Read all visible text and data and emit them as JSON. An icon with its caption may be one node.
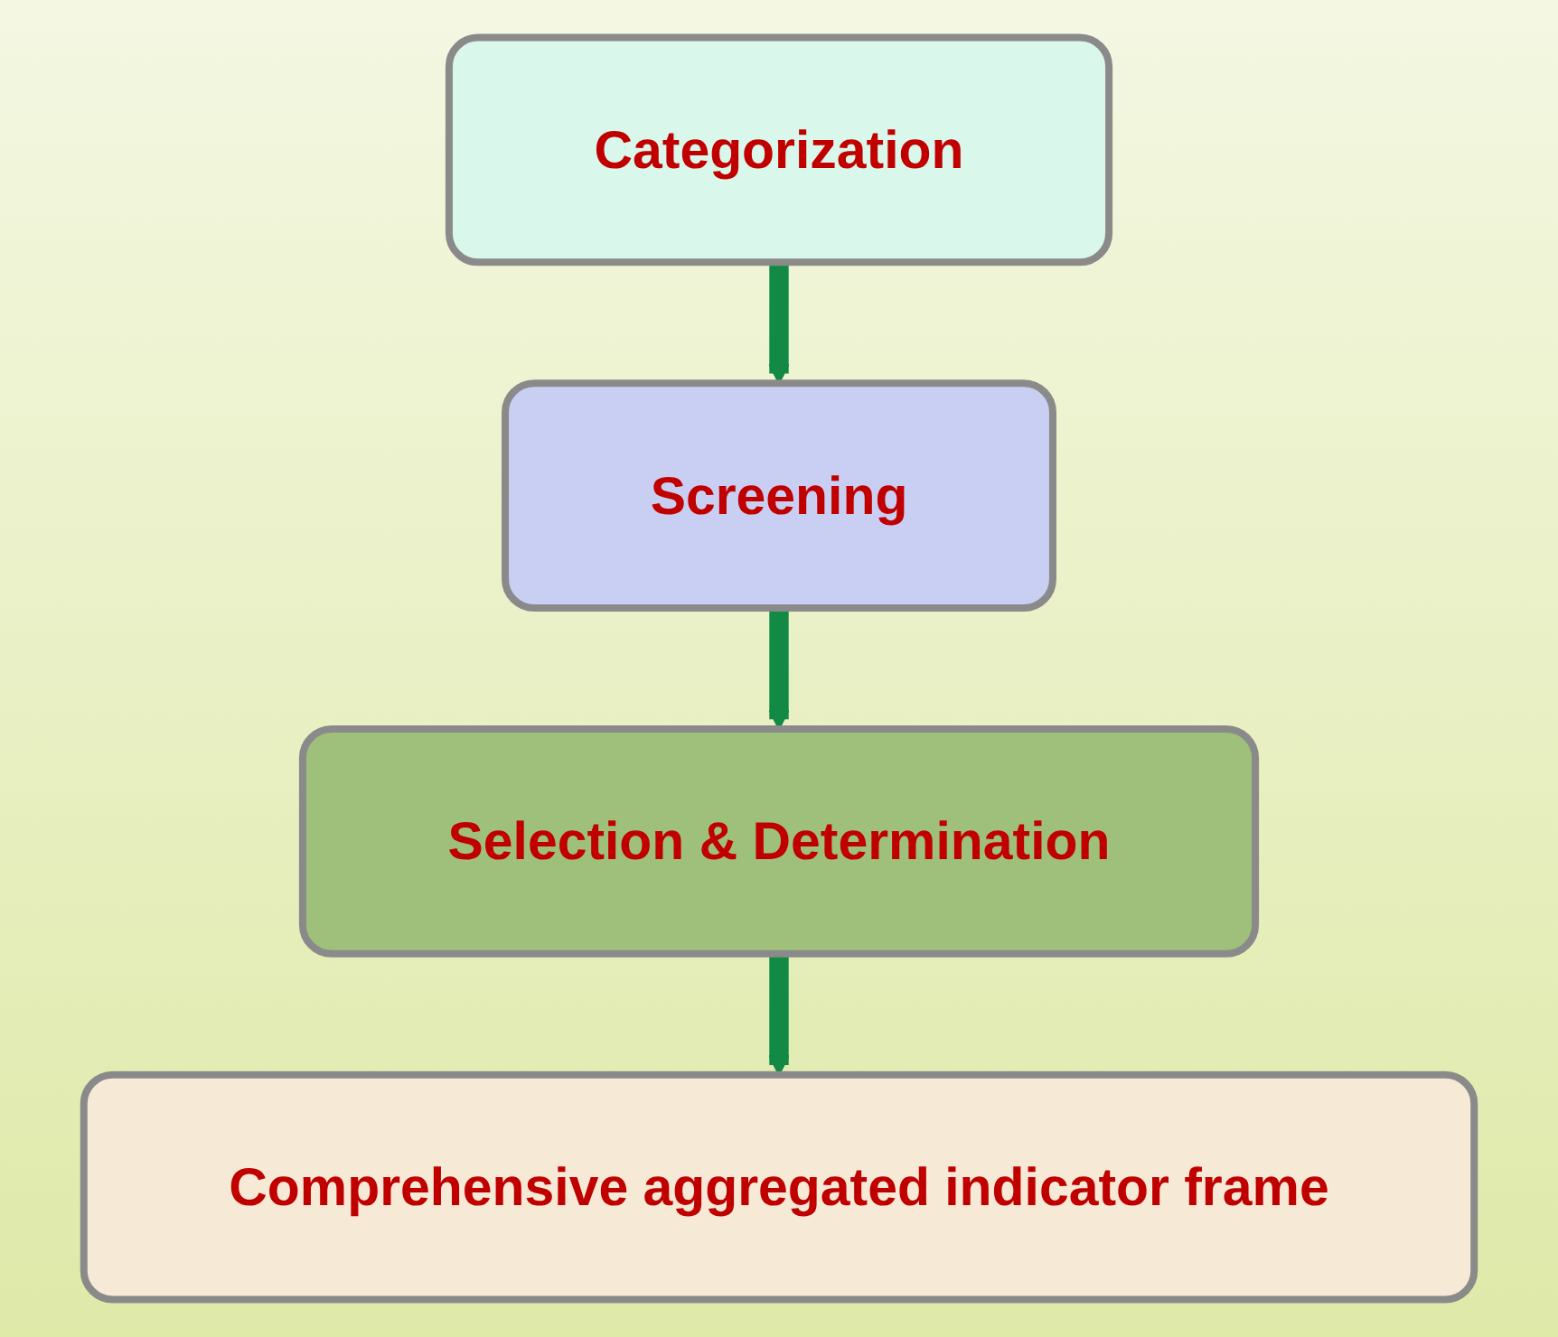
{
  "diagram": {
    "nodes": [
      {
        "text": [
          "Categorization"
        ]
      },
      {
        "text": [
          "Screening"
        ]
      },
      {
        "text": [
          "Selection & Determination"
        ]
      },
      {
        "text": [
          "Comprehensive aggregated indicator frame"
        ]
      }
    ],
    "edges": [
      {
        "from": 0,
        "to": 1,
        "arrow": "to"
      },
      {
        "from": 1,
        "to": 2,
        "arrow": "to"
      },
      {
        "from": 2,
        "to": 3,
        "arrow": "to"
      }
    ]
  }
}
